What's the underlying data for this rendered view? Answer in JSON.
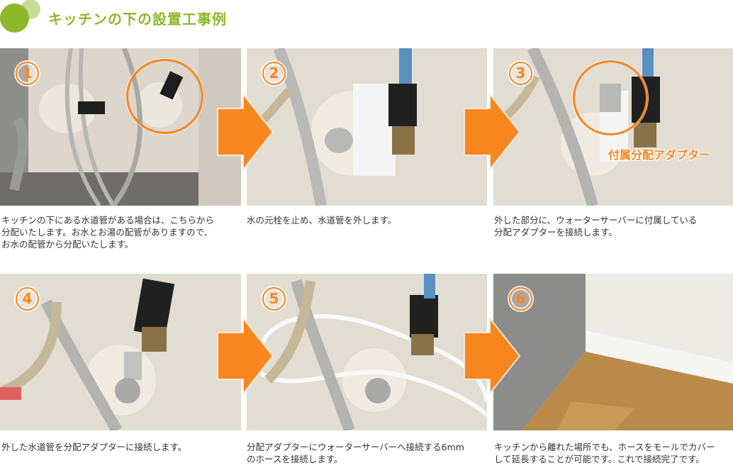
{
  "header": {
    "title": "キッチンの下の設置工事例",
    "accent_color": "#8db82a",
    "accent_light": "#c8dc96"
  },
  "colors": {
    "arrow": "#f7861f",
    "badge": "#f7861f",
    "caption_text": "#333333"
  },
  "steps": [
    {
      "number": "1",
      "badge": "①",
      "photo_desc": "Under-sink water pipes with hot and cold supply lines; cold water pipe circled",
      "caption": "キッチンの下にある水道管がある場合は、こちらから\n分配いたします。お水とお湯の配管がありますので、\nお水の配管から分配いたします。"
    },
    {
      "number": "2",
      "badge": "②",
      "photo_desc": "Water supply valve closed and pipe detached",
      "caption": "水の元栓を止め、水道管を外します。"
    },
    {
      "number": "3",
      "badge": "③",
      "photo_desc": "Distribution adapter attached to valve, circled",
      "caption": "外した部分に、ウォーターサーバーに付属している\n分配アダプターを接続します。",
      "overlay_label": "付属分配アダプター"
    },
    {
      "number": "4",
      "badge": "④",
      "photo_desc": "Water pipe reconnected to distribution adapter",
      "caption": "外した水道管を分配アダプターに接続します。"
    },
    {
      "number": "5",
      "badge": "⑤",
      "photo_desc": "White 6mm hose connected to adapter",
      "caption": "分配アダプターにウォーターサーバーへ接続する6mm\nのホースを接続します。"
    },
    {
      "number": "6",
      "badge": "⑥",
      "photo_desc": "Hose routed along wall with molding cover to water server",
      "caption": "キッチンから離れた場所でも、ホースをモールでカバー\nして延長することが可能です。これで接続完了です。"
    }
  ]
}
